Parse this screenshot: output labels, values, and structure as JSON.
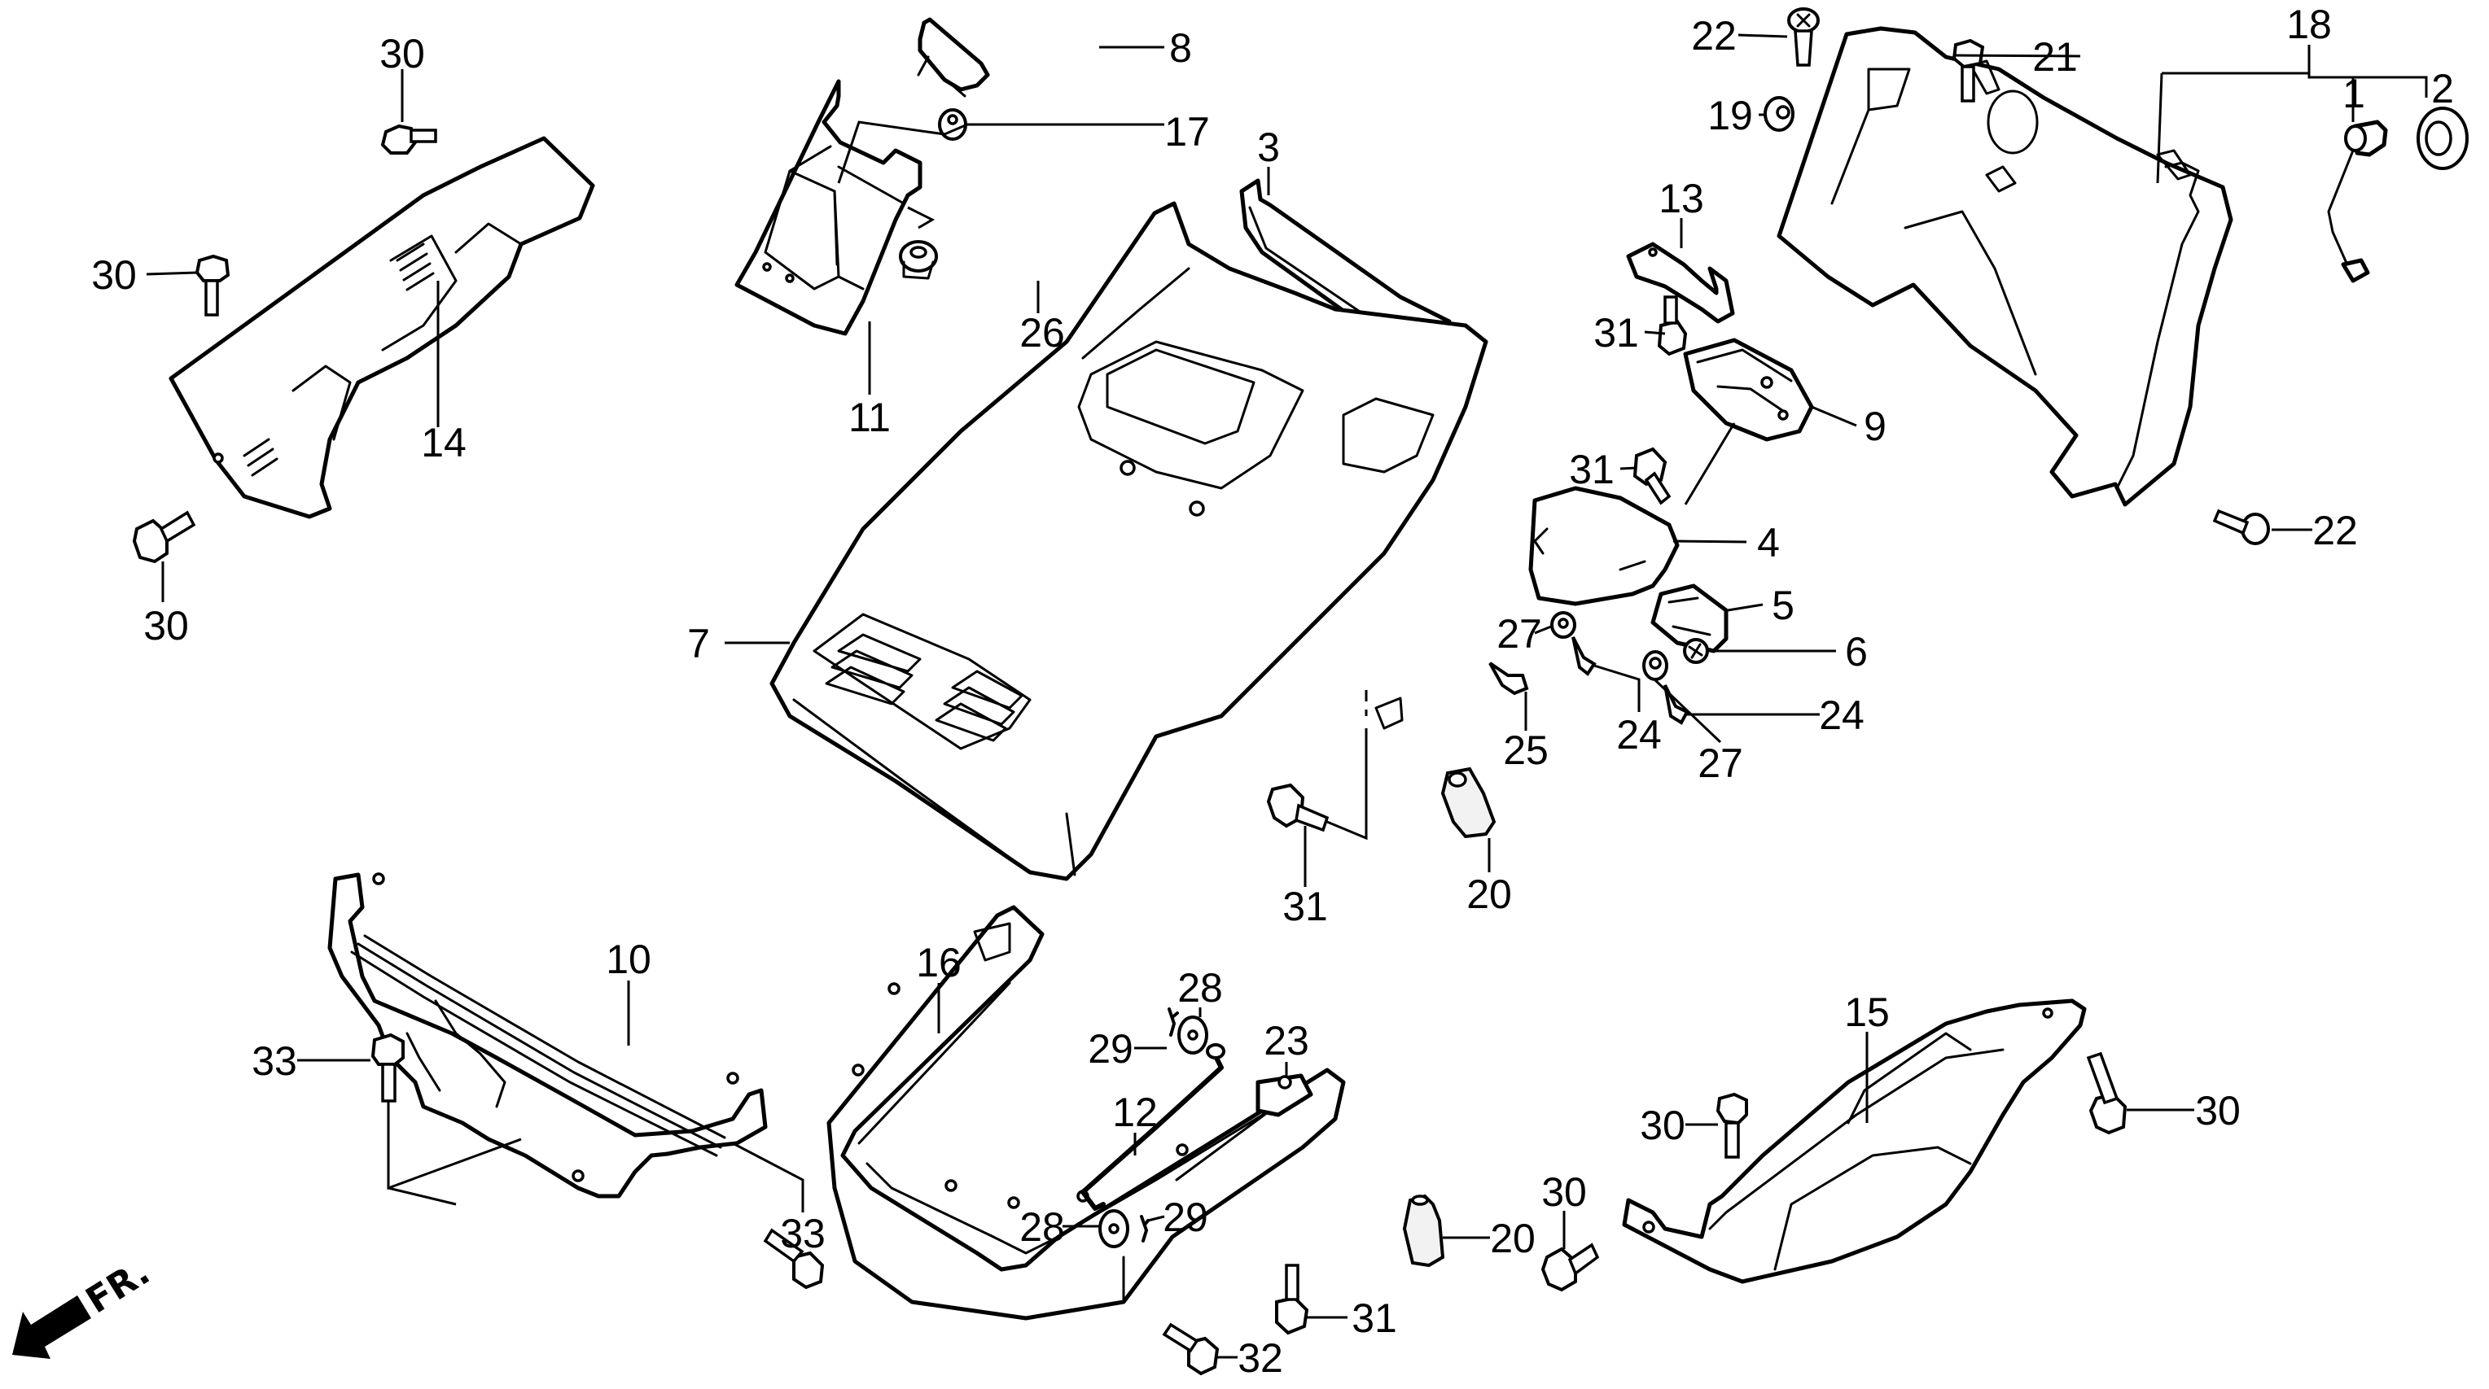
{
  "diagram": {
    "title": "Front cover / leg shield exploded parts diagram",
    "direction_indicator": {
      "label": "FR.",
      "icon": "front-arrow-icon"
    },
    "parts": [
      {
        "ref": "1",
        "name": "socket-with-wire"
      },
      {
        "ref": "2",
        "name": "bulb-ring"
      },
      {
        "ref": "3",
        "name": "upper-trim-strip"
      },
      {
        "ref": "4",
        "name": "small-lid"
      },
      {
        "ref": "5",
        "name": "lid-catch"
      },
      {
        "ref": "6",
        "name": "nut"
      },
      {
        "ref": "7",
        "name": "front-cover"
      },
      {
        "ref": "8",
        "name": "handle-cover"
      },
      {
        "ref": "9",
        "name": "hinge-bracket"
      },
      {
        "ref": "10",
        "name": "cover-stay"
      },
      {
        "ref": "11",
        "name": "meter-visor"
      },
      {
        "ref": "12",
        "name": "rod"
      },
      {
        "ref": "13",
        "name": "clip-bracket"
      },
      {
        "ref": "14",
        "name": "left-side-cover"
      },
      {
        "ref": "15",
        "name": "right-side-cover"
      },
      {
        "ref": "16",
        "name": "floor-frame"
      },
      {
        "ref": "17",
        "name": "grommet"
      },
      {
        "ref": "18",
        "name": "inner-rack-assembly"
      },
      {
        "ref": "19",
        "name": "cap-nut"
      },
      {
        "ref": "20",
        "name": "rubber-bumper"
      },
      {
        "ref": "21",
        "name": "flange-bolt"
      },
      {
        "ref": "22",
        "name": "screw"
      },
      {
        "ref": "23",
        "name": "stopper"
      },
      {
        "ref": "24",
        "name": "tapping-screw"
      },
      {
        "ref": "25",
        "name": "tapping-screw-small"
      },
      {
        "ref": "26",
        "name": "rubber-grommet"
      },
      {
        "ref": "27",
        "name": "washer"
      },
      {
        "ref": "28",
        "name": "washer-plate"
      },
      {
        "ref": "29",
        "name": "cotter-pin"
      },
      {
        "ref": "30",
        "name": "flange-bolt-6mm"
      },
      {
        "ref": "31",
        "name": "flange-bolt-special"
      },
      {
        "ref": "32",
        "name": "hex-bolt"
      },
      {
        "ref": "33",
        "name": "flange-bolt-8mm"
      }
    ],
    "callouts": [
      {
        "id": "c30a",
        "label": "30"
      },
      {
        "id": "c30b",
        "label": "30"
      },
      {
        "id": "c14",
        "label": "14"
      },
      {
        "id": "c30c",
        "label": "30"
      },
      {
        "id": "c8",
        "label": "8"
      },
      {
        "id": "c17",
        "label": "17"
      },
      {
        "id": "c11",
        "label": "11"
      },
      {
        "id": "c26",
        "label": "26"
      },
      {
        "id": "c3",
        "label": "3"
      },
      {
        "id": "c7",
        "label": "7"
      },
      {
        "id": "c22a",
        "label": "22"
      },
      {
        "id": "c19",
        "label": "19"
      },
      {
        "id": "c13",
        "label": "13"
      },
      {
        "id": "c31a",
        "label": "31"
      },
      {
        "id": "c9",
        "label": "9"
      },
      {
        "id": "c31b",
        "label": "31"
      },
      {
        "id": "c21",
        "label": "21"
      },
      {
        "id": "c18",
        "label": "18"
      },
      {
        "id": "c1",
        "label": "1"
      },
      {
        "id": "c2",
        "label": "2"
      },
      {
        "id": "c22b",
        "label": "22"
      },
      {
        "id": "c4",
        "label": "4"
      },
      {
        "id": "c5",
        "label": "5"
      },
      {
        "id": "c27a",
        "label": "27"
      },
      {
        "id": "c6",
        "label": "6"
      },
      {
        "id": "c24a",
        "label": "24"
      },
      {
        "id": "c24b",
        "label": "24"
      },
      {
        "id": "c25",
        "label": "25"
      },
      {
        "id": "c27b",
        "label": "27"
      },
      {
        "id": "c31c",
        "label": "31"
      },
      {
        "id": "c20a",
        "label": "20"
      },
      {
        "id": "c10",
        "label": "10"
      },
      {
        "id": "c16",
        "label": "16"
      },
      {
        "id": "c33a",
        "label": "33"
      },
      {
        "id": "c28a",
        "label": "28"
      },
      {
        "id": "c29a",
        "label": "29"
      },
      {
        "id": "c23",
        "label": "23"
      },
      {
        "id": "c12",
        "label": "12"
      },
      {
        "id": "c28b",
        "label": "28"
      },
      {
        "id": "c29b",
        "label": "29"
      },
      {
        "id": "c20b",
        "label": "20"
      },
      {
        "id": "c33b",
        "label": "33"
      },
      {
        "id": "c31d",
        "label": "31"
      },
      {
        "id": "c32",
        "label": "32"
      },
      {
        "id": "c30d",
        "label": "30"
      },
      {
        "id": "c15",
        "label": "15"
      },
      {
        "id": "c30e",
        "label": "30"
      },
      {
        "id": "c30f",
        "label": "30"
      }
    ]
  }
}
